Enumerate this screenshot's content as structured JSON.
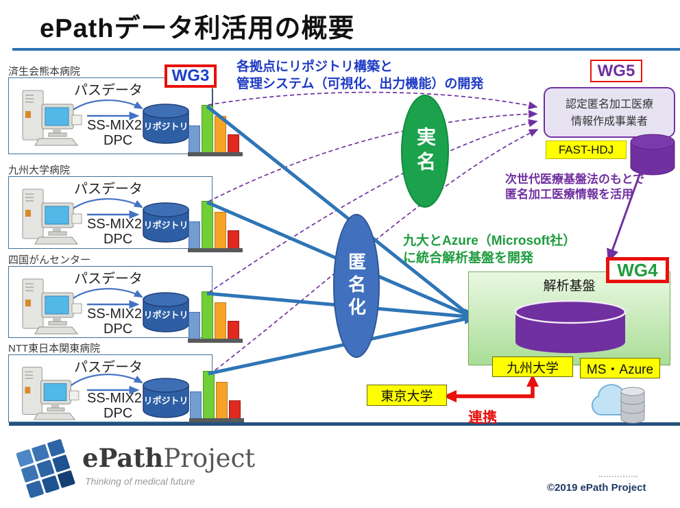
{
  "slide": {
    "title": "ePathデータ利活用の概要",
    "copyright": "©2019 ePath Project"
  },
  "wg": {
    "wg3": "WG3",
    "wg4": "WG4",
    "wg5": "WG5"
  },
  "labels": {
    "pass_data": "パスデータ",
    "ss_mix2": "SS-MIX2",
    "dpc": "DPC",
    "repository": "リポジトリ"
  },
  "hospitals": [
    {
      "name": "済生会熊本病院"
    },
    {
      "name": "九州大学病院"
    },
    {
      "name": "四国がんセンター"
    },
    {
      "name": "NTT東日本関東病院"
    }
  ],
  "notes": {
    "repo_line1": "各拠点にリポジトリ構築と",
    "repo_line2": "管理システム（可視化、出力機能）の開発",
    "law_line1": "次世代医療基盤法のもとで",
    "law_line2": "匿名加工医療情報を活用",
    "azure_line1": "九大とAzure（Microsoft社）",
    "azure_line2": "に統合解析基盤を開発"
  },
  "flow": {
    "real_name": "実名",
    "anonymize": "匿名化"
  },
  "certified": {
    "line1": "認定匿名加工医療",
    "line2": "情報作成事業者",
    "tag": "FAST-HDJ"
  },
  "analysis": {
    "title": "解析基盤",
    "org1": "九州大学",
    "org2": "MS・Azure",
    "partner": "東京大学",
    "link": "連携"
  },
  "brand": {
    "bold": "ePath",
    "light": "Project",
    "tagline": "Thinking of medical future"
  },
  "colors": {
    "accent_blue": "#2E75B6",
    "purple": "#7030A0",
    "wg_border_red": "#E8100C",
    "green_text": "#1F9B3E",
    "highlight_yellow": "#FFFF00",
    "ellipse_green": "#1CA24D",
    "ellipse_blue": "#4170BE"
  }
}
